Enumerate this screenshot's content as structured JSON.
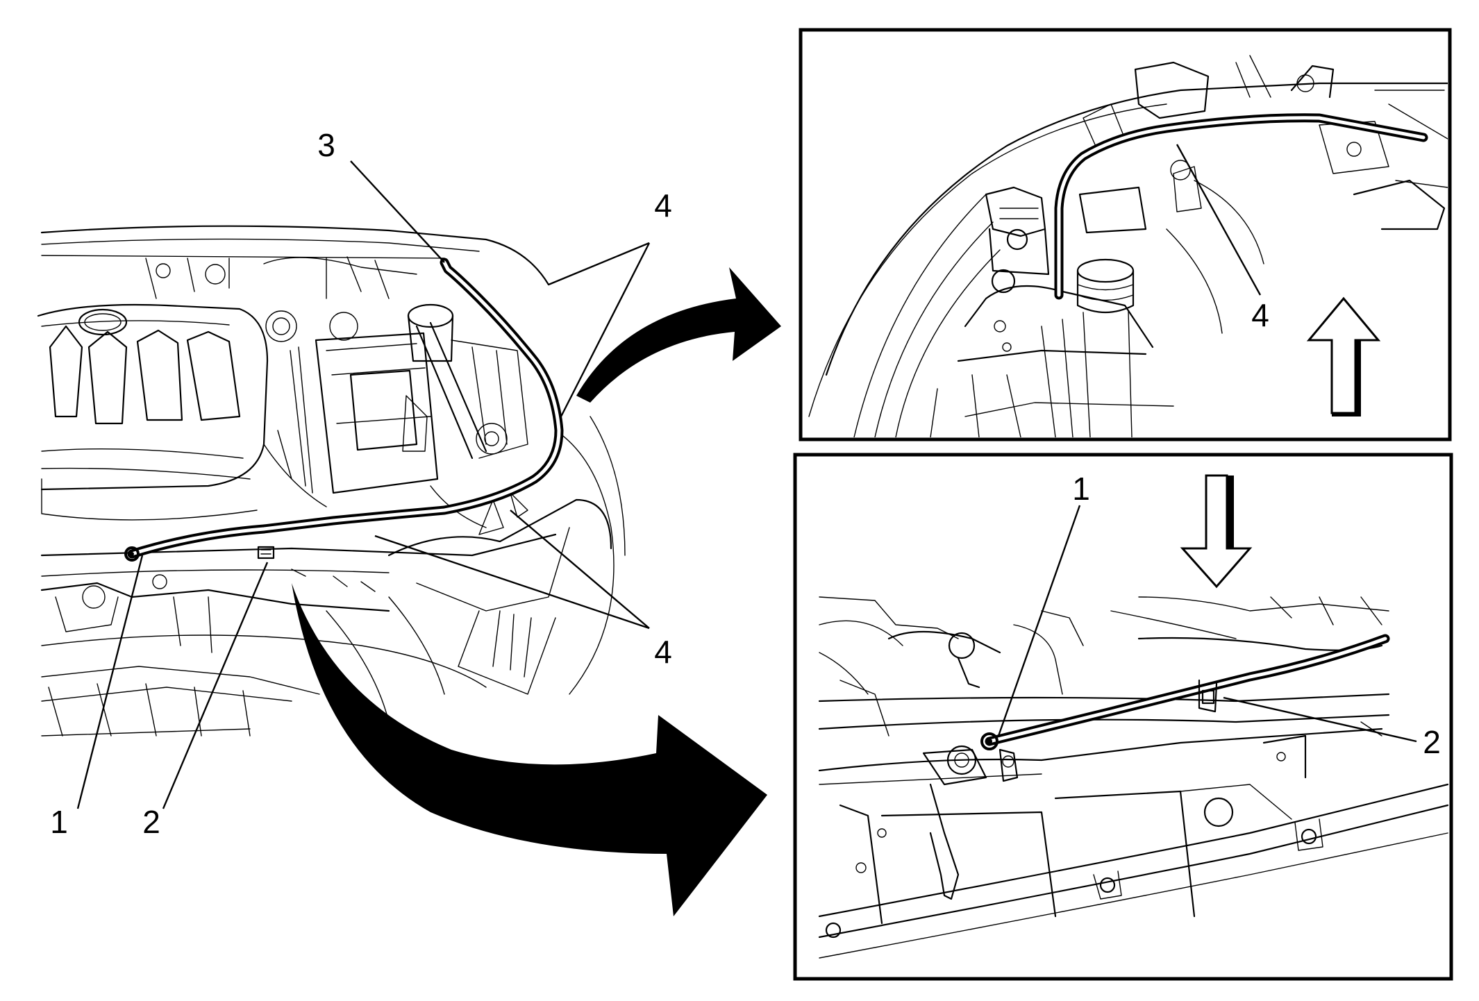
{
  "overview": {
    "callouts": {
      "c1": "1",
      "c2": "2",
      "c3": "3",
      "c4a": "4",
      "c4b": "4"
    }
  },
  "inset_top": {
    "callouts": {
      "c4": "4"
    },
    "direction_arrow": "up-arrow-icon"
  },
  "inset_bottom": {
    "callouts": {
      "c1": "1",
      "c2": "2"
    },
    "direction_arrow": "down-arrow-icon"
  },
  "colors": {
    "line": "#000000",
    "background": "#ffffff"
  }
}
